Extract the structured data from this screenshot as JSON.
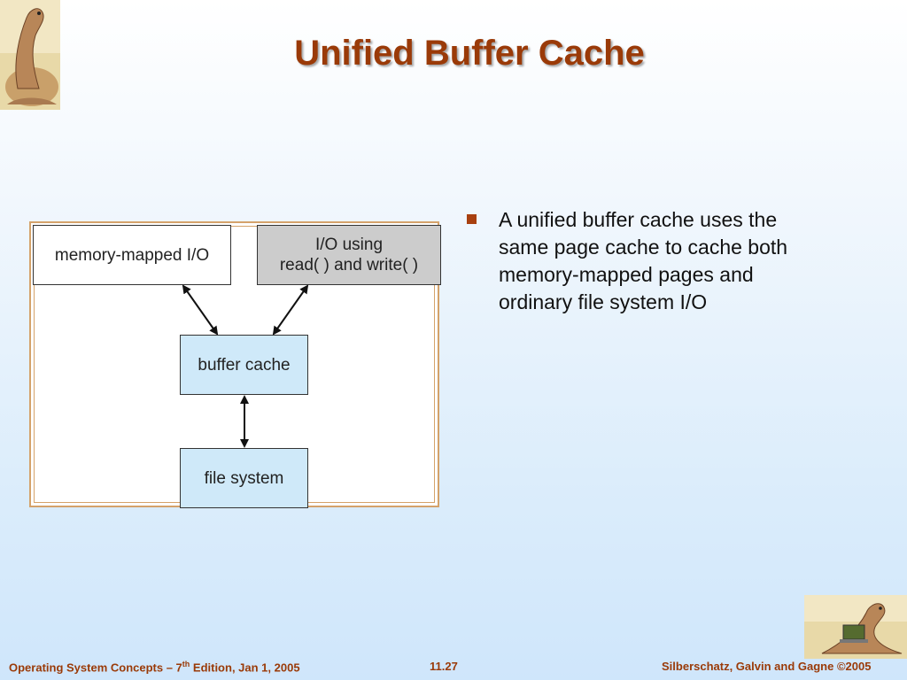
{
  "slide": {
    "title": "Unified Buffer Cache"
  },
  "diagram": {
    "mmio_label": "memory-mapped I/O",
    "io_line1": "I/O using",
    "io_line2": "read( ) and write( )",
    "buffer_cache_label": "buffer cache",
    "file_system_label": "file system"
  },
  "bullets": [
    "A unified buffer cache uses the same page cache to cache both memory-mapped pages and ordinary file system I/O"
  ],
  "footer": {
    "book_prefix": "Operating System Concepts – 7",
    "book_sup": "th",
    "book_suffix": " Edition, Jan 1, 2005",
    "page_number": "11.27",
    "copyright": "Silberschatz, Galvin and Gagne ©2005"
  },
  "colors": {
    "title": "#9a3a08",
    "bullet_marker": "#a84010",
    "diagram_border": "#d4a26a",
    "box_white": "#ffffff",
    "box_gray": "#cccccc",
    "box_blue": "#cfe9f9"
  },
  "icons": {
    "top_left": "dinosaur-logo-icon",
    "bottom_right": "dinosaur-laptop-icon"
  }
}
